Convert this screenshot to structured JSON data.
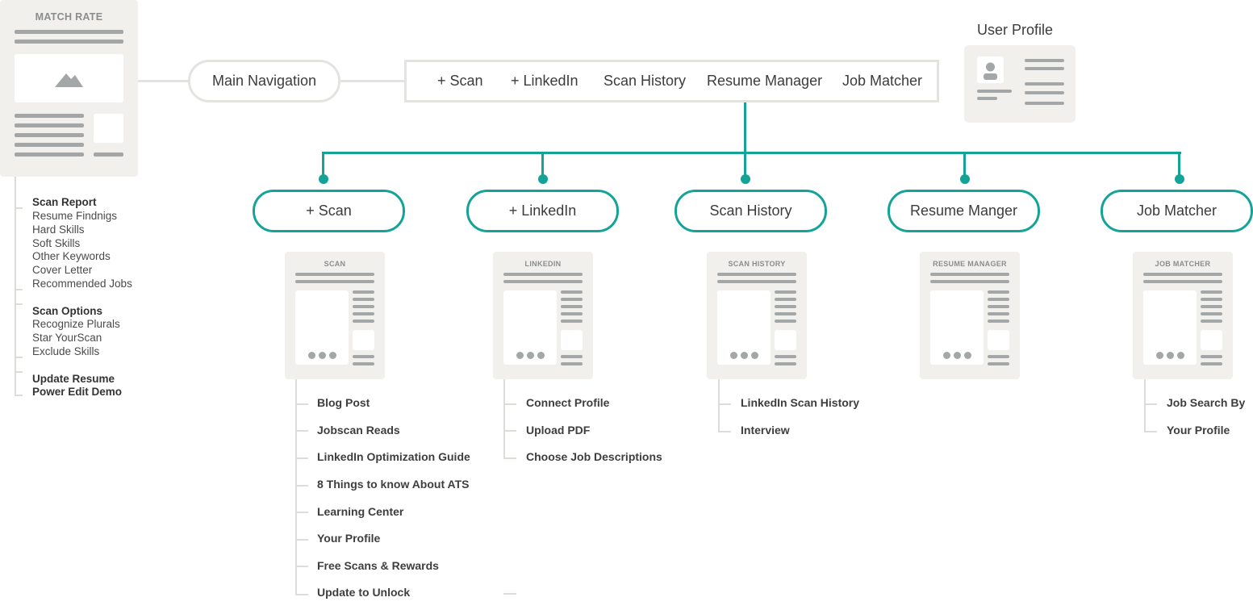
{
  "match_card": {
    "title": "MATCH RATE"
  },
  "side_tree": {
    "groups": [
      {
        "heading": "Scan Report",
        "items": [
          "Resume Findnigs",
          "Hard Skills",
          "Soft Skills",
          "Other Keywords",
          "Cover Letter",
          "Recommended Jobs"
        ]
      },
      {
        "heading": "Scan Options",
        "items": [
          "Recognize Plurals",
          "Star YourScan",
          "Exclude Skills"
        ]
      },
      {
        "heading": "Update Resume",
        "items": []
      },
      {
        "heading": "Power Edit Demo",
        "items": []
      }
    ]
  },
  "main_nav": {
    "label": "Main Navigation",
    "items": [
      "+ Scan",
      "+ LinkedIn",
      "Scan History",
      "Resume Manager",
      "Job Matcher"
    ]
  },
  "user_profile": {
    "title": "User Profile"
  },
  "branches": [
    {
      "label": "+ Scan",
      "card_title": "SCAN",
      "children": [
        "Blog Post",
        "Jobscan Reads",
        "LinkedIn Optimization Guide",
        "8 Things to know About ATS",
        "Learning Center",
        "Your Profile",
        "Free Scans & Rewards",
        "Update to Unlock"
      ]
    },
    {
      "label": "+ LinkedIn",
      "card_title": "LINKEDIN",
      "children": [
        "Connect Profile",
        "Upload PDF",
        "Choose Job Descriptions"
      ]
    },
    {
      "label": "Scan History",
      "card_title": "SCAN HISTORY",
      "children": [
        "LinkedIn Scan History",
        "Interview"
      ]
    },
    {
      "label": "Resume Manger",
      "card_title": "RESUME MANAGER",
      "children": []
    },
    {
      "label": "Job Matcher",
      "card_title": "JOB MATCHER",
      "children": [
        "Job Search By",
        "Your Profile"
      ]
    }
  ],
  "colors": {
    "accent": "#14a497",
    "card": "#f1f0ec",
    "line": "#e3e3e0"
  }
}
